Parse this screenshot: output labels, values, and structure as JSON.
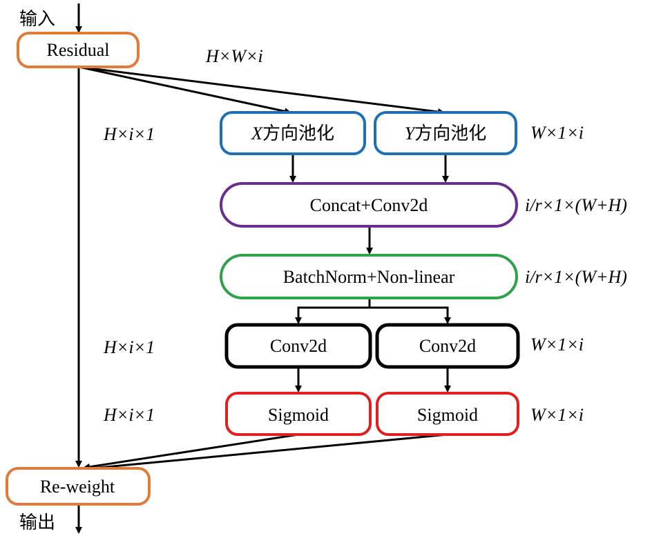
{
  "input_label": "输入",
  "output_label": "输出",
  "nodes": {
    "residual": "Residual",
    "x_pool": {
      "prefix": "X",
      "suffix": "方向池化"
    },
    "y_pool": {
      "prefix": "Y",
      "suffix": "方向池化"
    },
    "concat": "Concat+Conv2d",
    "bn": "BatchNorm+Non-linear",
    "conv_left": "Conv2d",
    "conv_right": "Conv2d",
    "sig_left": "Sigmoid",
    "sig_right": "Sigmoid",
    "reweight": "Re-weight"
  },
  "dims": {
    "residual_out": "H×W×i",
    "x_pool": "H×i×1",
    "y_pool": "W×1×i",
    "concat": "i/r×1×(W+H)",
    "bn": "i/r×1×(W+H)",
    "conv_left": "H×i×1",
    "conv_right": "W×1×i",
    "sig_left": "H×i×1",
    "sig_right": "W×1×i"
  },
  "colors": {
    "orange": "#E07B39",
    "blue": "#1F6FB7",
    "purple": "#6A2E8E",
    "green": "#2EA14A",
    "black": "#000000",
    "red": "#E02020"
  }
}
